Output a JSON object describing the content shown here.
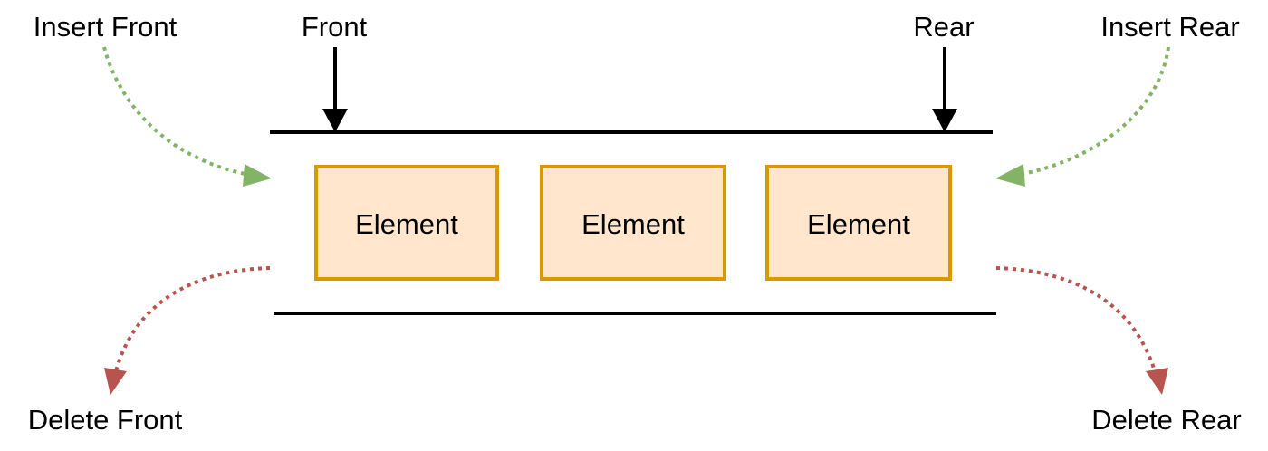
{
  "labels": {
    "insert_front": "Insert Front",
    "front": "Front",
    "rear": "Rear",
    "insert_rear": "Insert Rear",
    "delete_front": "Delete Front",
    "delete_rear": "Delete Rear"
  },
  "elements": [
    "Element",
    "Element",
    "Element"
  ],
  "colors": {
    "element_fill": "#ffe6cc",
    "element_border": "#d79b00",
    "insert_arrow": "#82b366",
    "delete_arrow": "#b85450",
    "line": "#000000"
  }
}
